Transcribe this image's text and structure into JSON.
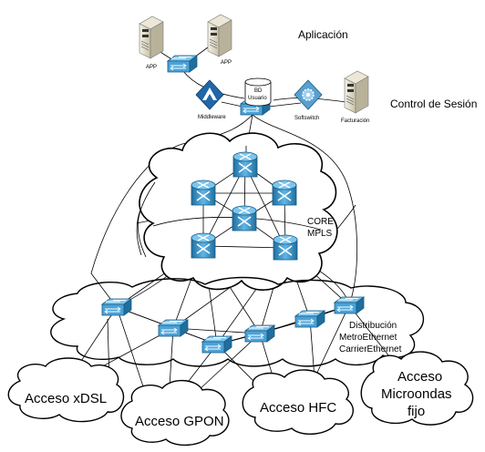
{
  "labels": {
    "aplicacion": "Aplicación",
    "control_sesion": "Control de Sesión",
    "core": "CORE",
    "mpls": "MPLS",
    "distribucion": "Distribución",
    "metro": "MetroEthernet",
    "carrier": "CarrierEthernet"
  },
  "servers": {
    "app1": "APP",
    "app2": "APP",
    "middleware": "Middleware",
    "bd": "BD",
    "bd_usuario": "Usuario",
    "softswitch": "Softswitch",
    "facturacion": "Facturación"
  },
  "access": {
    "xdsl": "Acceso xDSL",
    "gpon": "Acceso GPON",
    "hfc": "Acceso HFC",
    "micro1": "Acceso",
    "micro2": "Microondas",
    "micro3": "fijo"
  },
  "colors": {
    "device_blue": "#4aa3d8",
    "device_dark": "#1f6e9e",
    "middleware_blue": "#2166a8",
    "server_beige": "#d9d4c2"
  }
}
